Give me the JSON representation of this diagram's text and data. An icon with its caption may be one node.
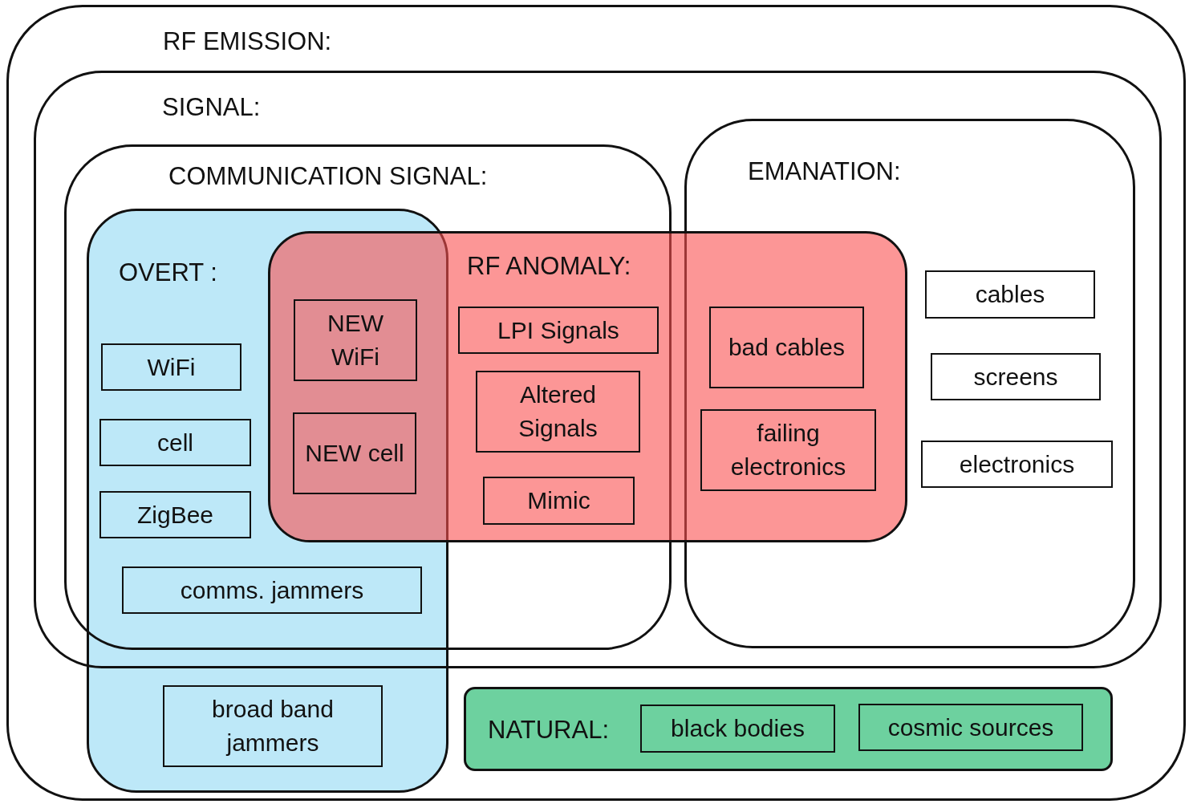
{
  "diagram": {
    "nodes": [
      {
        "text": [
          "RF EMISSION:"
        ]
      },
      {
        "text": [
          "SIGNAL:"
        ],
        "in": 0
      },
      {
        "text": [
          "COMMUNICATION SIGNAL:"
        ],
        "in": 1
      },
      {
        "text": [
          "EMANATION:"
        ],
        "in": 1
      },
      {
        "text": [
          "OVERT :"
        ],
        "in": 0
      },
      {
        "text": [
          "RF ANOMALY:"
        ],
        "in": 1
      },
      {
        "text": [
          "WiFi"
        ]
      },
      {
        "text": [
          "cell"
        ]
      },
      {
        "text": [
          "ZigBee"
        ]
      },
      {
        "text": [
          "comms. jammers"
        ]
      },
      {
        "text": [
          "broad band jammers"
        ],
        "in": 4
      },
      {
        "text": [
          "NEW WiFi"
        ]
      },
      {
        "text": [
          "NEW cell"
        ]
      },
      {
        "text": [
          "LPI Signals"
        ]
      },
      {
        "text": [
          "Altered Signals"
        ]
      },
      {
        "text": [
          "Mimic"
        ]
      },
      {
        "text": [
          "bad cables"
        ]
      },
      {
        "text": [
          "failing electronics"
        ]
      },
      {
        "text": [
          "cables"
        ],
        "in": 3
      },
      {
        "text": [
          "screens"
        ],
        "in": 3
      },
      {
        "text": [
          "electronics"
        ],
        "in": 3
      },
      {
        "text": [
          "NATURAL:"
        ],
        "in": 0
      },
      {
        "text": [
          "black bodies"
        ],
        "in": 21
      },
      {
        "text": [
          "cosmic sources"
        ],
        "in": 21
      }
    ],
    "edges": []
  }
}
